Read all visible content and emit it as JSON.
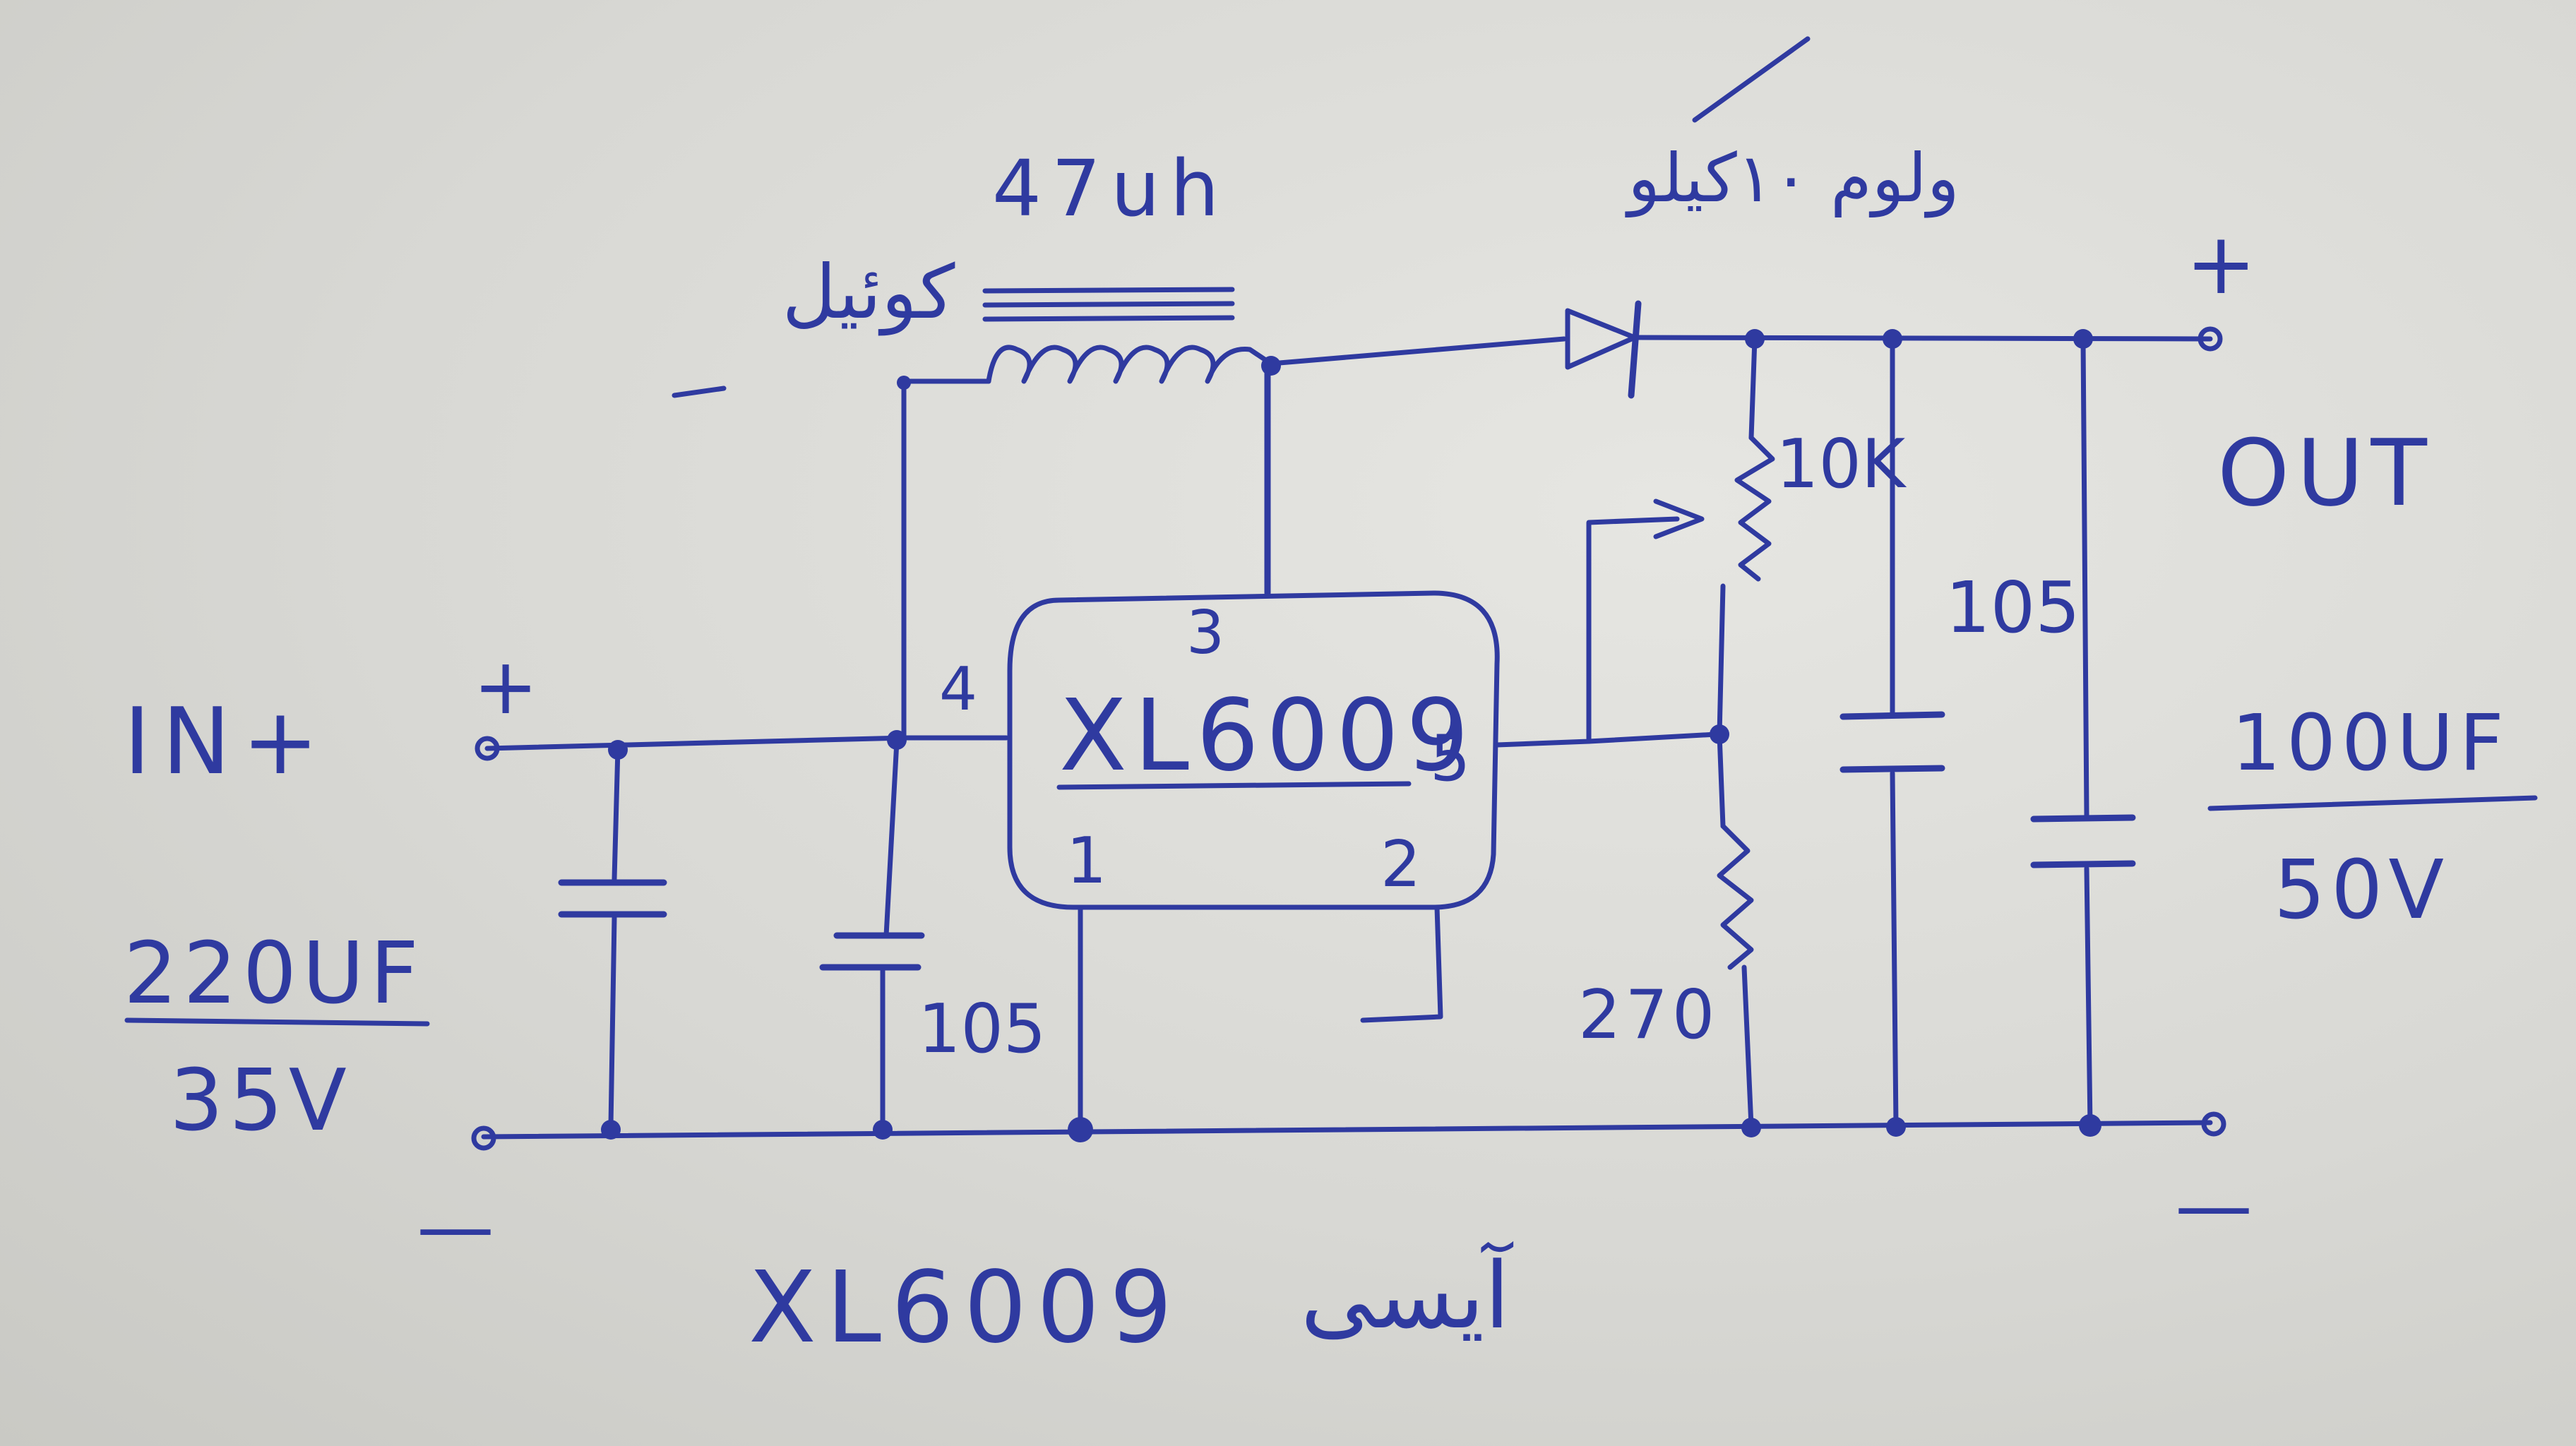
{
  "inductor": {
    "name": "کوئیل",
    "value": "47uh"
  },
  "diode": {
    "name": "ولوم ۱۰کیلو"
  },
  "ic": {
    "label": "XL6009",
    "pins": {
      "p1": "1",
      "p2": "2",
      "p3": "3",
      "p4": "4",
      "p5": "5"
    }
  },
  "input": {
    "label": "IN+",
    "plus": "+",
    "minus": "—"
  },
  "input_cap": {
    "value": "220UF",
    "voltage": "35V"
  },
  "ic_cap": {
    "value": "105"
  },
  "resistors": {
    "top": "10K",
    "bottom": "270"
  },
  "output": {
    "label": "OUT",
    "plus": "+",
    "minus": "—"
  },
  "out_cap_small": {
    "value": "105"
  },
  "out_cap_big": {
    "value": "100UF",
    "voltage": "50V"
  },
  "footer": {
    "part": "XL6009",
    "word": "آیسی"
  },
  "colors": {
    "ink": "#2f3aa0",
    "paper": "#e2e2de"
  }
}
